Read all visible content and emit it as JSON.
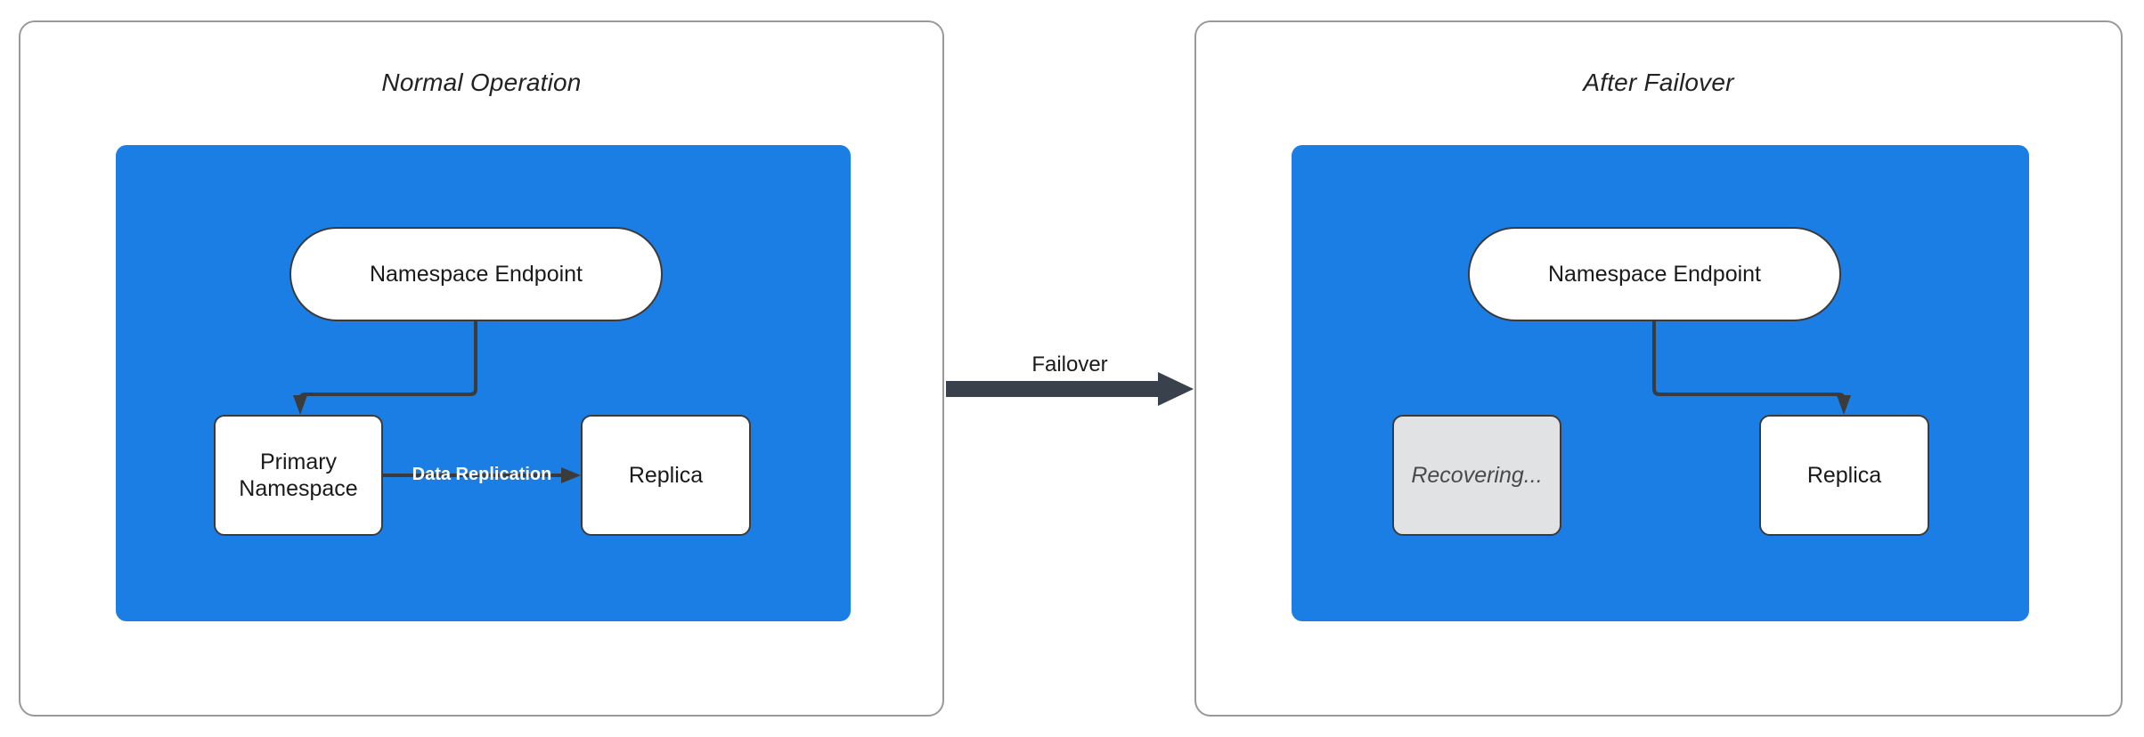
{
  "diagram": {
    "title_left": "Normal Operation",
    "title_right": "After Failover",
    "accent_blue": "#1a7ee5",
    "line_color": "#3b3b3b",
    "arrow_color": "#39414d",
    "ghost_fill": "#e1e2e4"
  },
  "panels": {
    "left": {
      "title": "Normal Operation",
      "nodes": {
        "endpoint": "Namespace Endpoint",
        "primary": "Primary\nNamespace",
        "primary_line1": "Primary",
        "primary_line2": "Namespace",
        "replica": "Replica"
      },
      "edges": {
        "endpoint_to_primary": "",
        "replication_label": "Data Replication"
      }
    },
    "right": {
      "title": "After Failover",
      "nodes": {
        "endpoint": "Namespace Endpoint",
        "recovering": "Recovering...",
        "replica": "Replica"
      },
      "edges": {
        "endpoint_to_replica": ""
      }
    }
  },
  "transition": {
    "label": "Failover"
  }
}
